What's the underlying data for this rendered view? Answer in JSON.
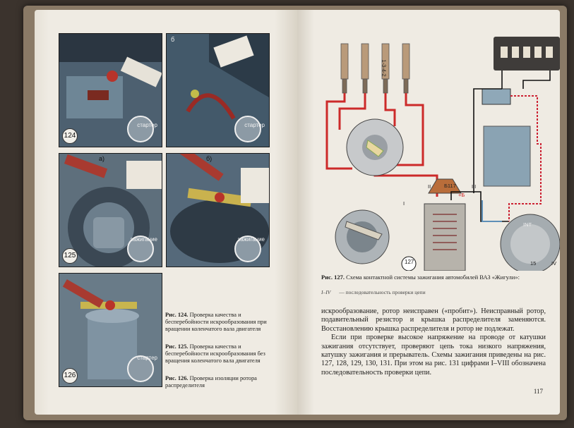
{
  "left_page": {
    "figures": [
      {
        "num": "124",
        "inset_label": "стартер"
      },
      {
        "num": "",
        "letter": "б",
        "inset_label": "стартер"
      },
      {
        "num": "125",
        "letter": "а)",
        "inset_label": "зажигание"
      },
      {
        "num": "",
        "letter": "б)",
        "inset_label": "зажигание"
      },
      {
        "num": "126",
        "inset_label": "стартер"
      }
    ],
    "captions": [
      {
        "label": "Рис. 124.",
        "text": "Проверка качества и бесперебойности искрообразования при вращении коленчатого вала двигателя"
      },
      {
        "label": "Рис. 125.",
        "text": "Проверка качества и бесперебойности искрообразования без вращения коленчатого вала двигателя"
      },
      {
        "label": "Рис. 126.",
        "text": "Проверка изоляции ротора распределителя"
      }
    ]
  },
  "right_page": {
    "diagram": {
      "fig_num": "127",
      "labels": {
        "spark_order": "1-3-4-2",
        "b117": "Б117",
        "plus_b": "+Б",
        "ii": "II",
        "iii": "III",
        "i": "I",
        "iv": "IV",
        "int": "INT",
        "fifteen": "15"
      }
    },
    "caption": {
      "label": "Рис. 127.",
      "text": "Схема контактной системы зажигания автомобилей ВАЗ «Жигули»:"
    },
    "legend": {
      "range": "I–IV",
      "text": "— последовательность проверки цепи"
    },
    "paragraphs": [
      "искрообразование, ротор неисправен («пробит»). Неисправный ротор, подавительный резистор и крышка распределителя заменяются. Восстановлению крышка распределителя и ротор не подлежат.",
      "Если при проверке высокое напряжение на проводе от катушки зажигания отсутствует, проверяют цепь тока низкого напряжения, катушку зажигания и прерыватель. Схемы зажигания приведены на рис. 127, 128, 129, 130, 131. При этом на рис. 131 цифрами I–VIII обозначена последовательность проверки цепи."
    ],
    "page_number": "117"
  }
}
